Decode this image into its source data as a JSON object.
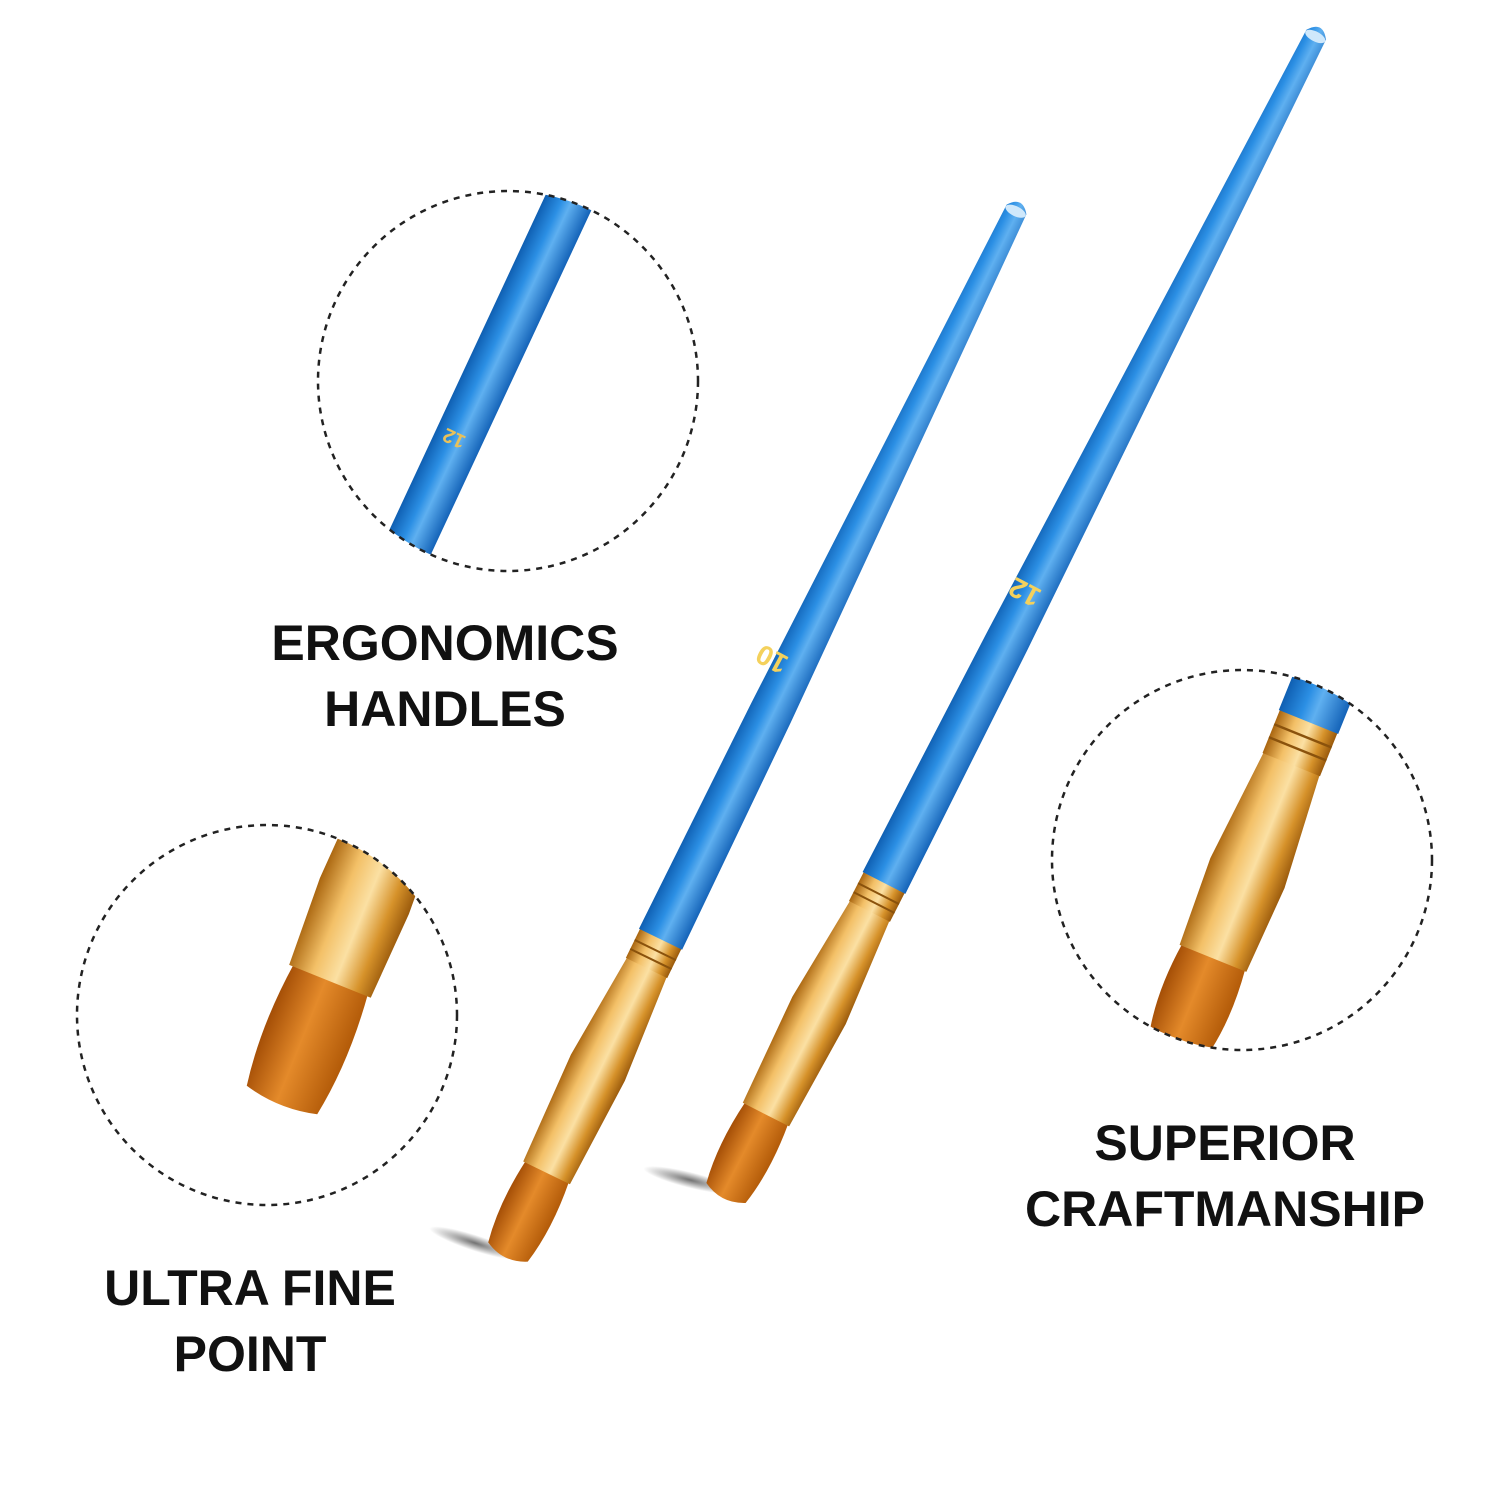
{
  "features": {
    "ergonomics": {
      "line1": "ERGONOMICS",
      "line2": "HANDLES"
    },
    "fine_point": {
      "line1": "ULTRA FINE",
      "line2": "POINT"
    },
    "craftsmanship": {
      "line1": "SUPERIOR",
      "line2": "CRAFTMANSHIP"
    }
  },
  "brushes": {
    "left_size": "10",
    "right_size": "12",
    "zoom_handle_size": "12"
  },
  "colors": {
    "handle_blue": "#1f7fd6",
    "handle_highlight": "#6fb9f2",
    "ferrule_gold": "#e3a23a",
    "bristle_orange": "#c8660e",
    "background": "#ffffff",
    "caption_text": "#111111",
    "circle_stroke": "#222222"
  }
}
